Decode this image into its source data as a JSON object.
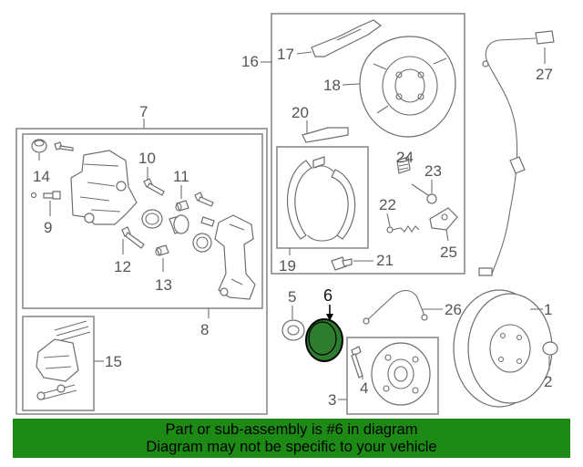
{
  "callouts": {
    "c1": "1",
    "c2": "2",
    "c3": "3",
    "c4": "4",
    "c5": "5",
    "c6": "6",
    "c7": "7",
    "c8": "8",
    "c9": "9",
    "c10": "10",
    "c11": "11",
    "c12": "12",
    "c13": "13",
    "c14": "14",
    "c15": "15",
    "c16": "16",
    "c17": "17",
    "c18": "18",
    "c19": "19",
    "c20": "20",
    "c21": "21",
    "c22": "22",
    "c23": "23",
    "c24": "24",
    "c25": "25",
    "c26": "26",
    "c27": "27"
  },
  "highlight": {
    "part": "6",
    "color": "#2e7d2e"
  },
  "banner": {
    "line1": "Part or sub-assembly is #6 in diagram",
    "line2": "Diagram may not be specific to your vehicle",
    "color": "#1d8a16"
  }
}
